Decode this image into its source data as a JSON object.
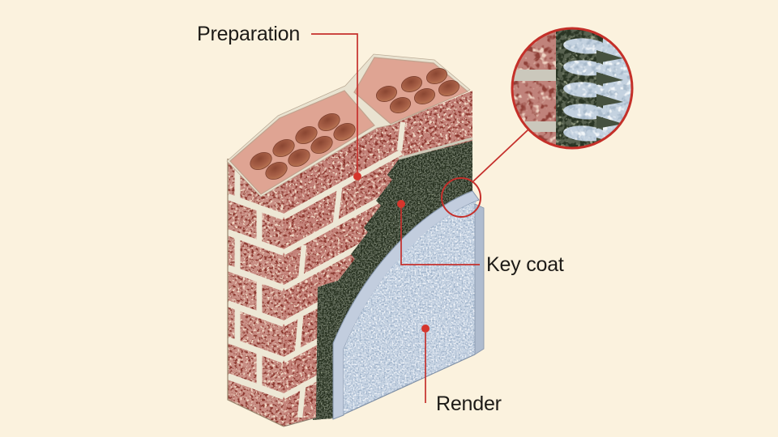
{
  "figure": {
    "background_color": "#FBF2DE",
    "accent_color": "#C5302C",
    "labels": {
      "preparation": "Preparation",
      "key_coat": "Key coat",
      "render": "Render"
    },
    "colors": {
      "brick_top_face": "#DFA493",
      "brick_hole": "#A25C42",
      "brick_face_base": "#C4837A",
      "brick_speckle_dark": "#8A352C",
      "brick_speckle_light": "#F2DCC9",
      "mortar_joint": "#EDE7D5",
      "key_coat_base": "#5E6757",
      "key_coat_speckle_dark": "#26301F",
      "render_base": "#C6D3E3",
      "render_edge_band": "#C2CDDE",
      "label_text": "#1D1B17"
    }
  }
}
